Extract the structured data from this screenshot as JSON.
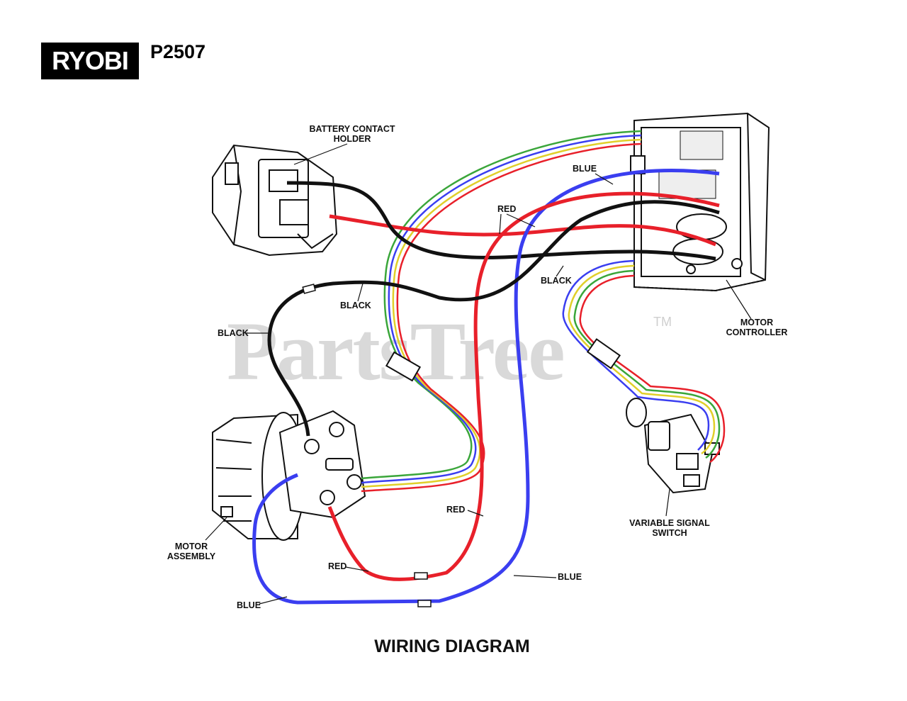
{
  "brand": {
    "logo_text": "RYOBI",
    "model": "P2507"
  },
  "watermark": {
    "text": "PartsTree",
    "tm": "TM"
  },
  "title": "WIRING DIAGRAM",
  "components": {
    "battery_contact_holder": [
      "BATTERY CONTACT",
      "HOLDER"
    ],
    "motor_controller": [
      "MOTOR",
      "CONTROLLER"
    ],
    "motor_assembly": [
      "MOTOR",
      "ASSEMBLY"
    ],
    "variable_signal_switch": [
      "VARIABLE SIGNAL",
      "SWITCH"
    ]
  },
  "wire_labels": {
    "blue_top": "BLUE",
    "red_top": "RED",
    "black_right": "BLACK",
    "black_mid": "BLACK",
    "black_left": "BLACK",
    "red_mid": "RED",
    "red_bottom": "RED",
    "blue_bottom_right": "BLUE",
    "blue_bottom_left": "BLUE"
  },
  "colors": {
    "red": "#e8202a",
    "blue": "#3a3ef0",
    "black": "#111111",
    "green": "#3aa63a",
    "yellow": "#f2e64a",
    "watermark": "#d9d9d9"
  }
}
